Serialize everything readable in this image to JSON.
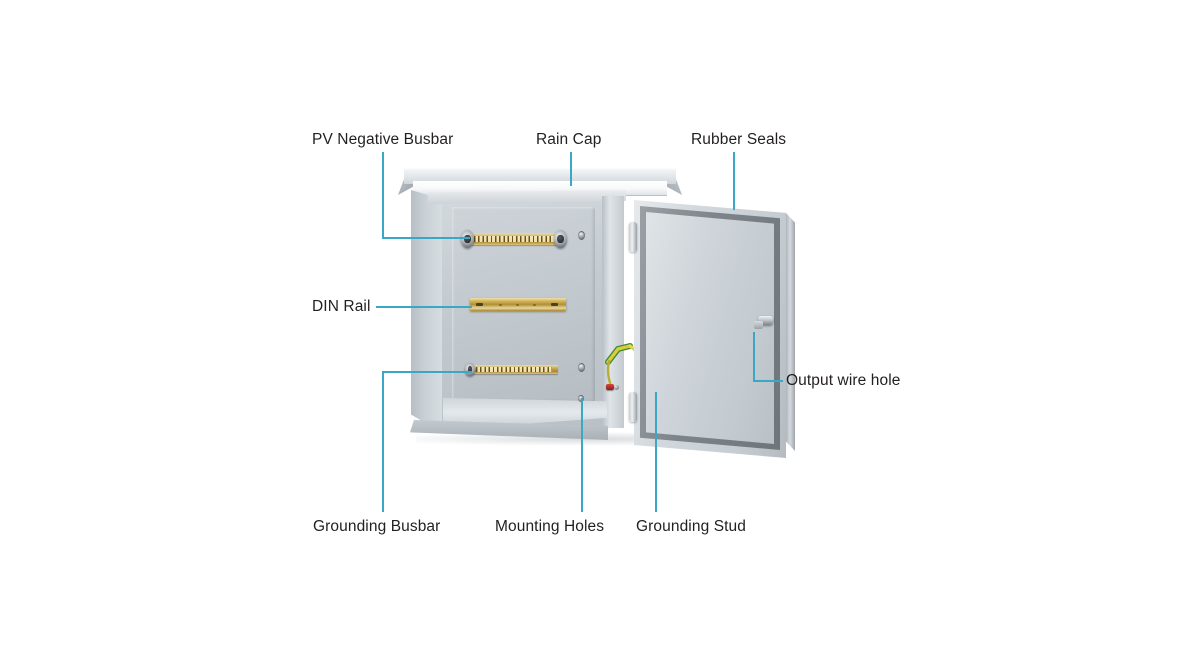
{
  "diagram": {
    "subject": "Outdoor PV Combiner Box / Electrical Enclosure",
    "accent_color": "#3aa7c4",
    "text_color": "#231f20",
    "background_color": "#ffffff"
  },
  "callouts": [
    {
      "id": "pv-negative-busbar",
      "label": "PV Negative Busbar",
      "leader": "elbow-down-right"
    },
    {
      "id": "rain-cap",
      "label": "Rain Cap",
      "leader": "vertical-down"
    },
    {
      "id": "rubber-seals",
      "label": "Rubber Seals",
      "leader": "vertical-down"
    },
    {
      "id": "din-rail",
      "label": "DIN Rail",
      "leader": "horizontal-right"
    },
    {
      "id": "output-wire-hole",
      "label": "Output wire hole",
      "leader": "elbow-down-right"
    },
    {
      "id": "grounding-busbar",
      "label": "Grounding Busbar",
      "leader": "elbow-left-down"
    },
    {
      "id": "mounting-holes",
      "label": "Mounting Holes",
      "leader": "vertical-down"
    },
    {
      "id": "grounding-stud",
      "label": "Grounding Stud",
      "leader": "vertical-down"
    }
  ],
  "components": {
    "rain_cap": "rain-cap",
    "door": "enclosure-door",
    "door_handle": "door-handle",
    "hinges": [
      "hinge-top",
      "hinge-bottom"
    ],
    "pv_busbar": "pv-negative-busbar",
    "din_rail": "din-rail",
    "grounding_busbar": "grounding-busbar",
    "grounding_wire": "grounding-wire",
    "mounting_holes": [
      "mounting-hole-top-right",
      "mounting-hole-bottom-right",
      "mounting-hole-floor"
    ]
  }
}
